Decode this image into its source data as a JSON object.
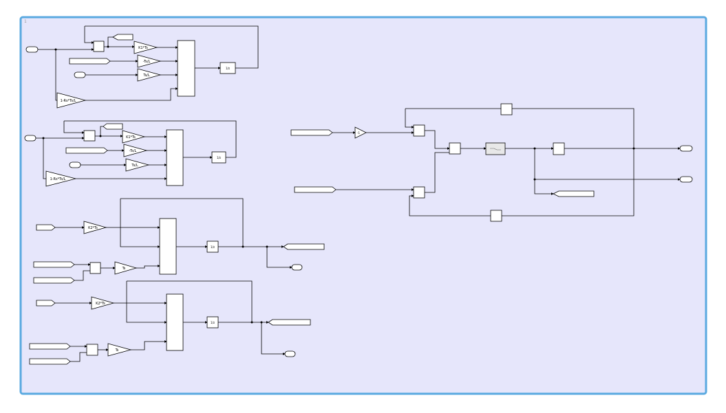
{
  "model": {
    "background": "#e6e6fb",
    "frame_color": "#5aa9e0",
    "line_color": "#000000",
    "block_fill": "#ffffff",
    "corner_mark": "1"
  },
  "gains": {
    "g1": "K1*Ts",
    "g2": "-Ts/L",
    "g3": "Ts/L",
    "g4": "1-Rs*Ts/L",
    "g5": "K1*Ts",
    "g6": "-Ts/L",
    "g7": "Ts/L",
    "g8": "1-Rs*Ts/L",
    "g9": "K2*Ts",
    "g10": "Ts",
    "g11": "K2*Ts",
    "g12": "Ts",
    "g13": "-1"
  },
  "delays": {
    "d1": "1/z",
    "d2": "1/z",
    "d3": "1/z",
    "d4": "1/z"
  }
}
